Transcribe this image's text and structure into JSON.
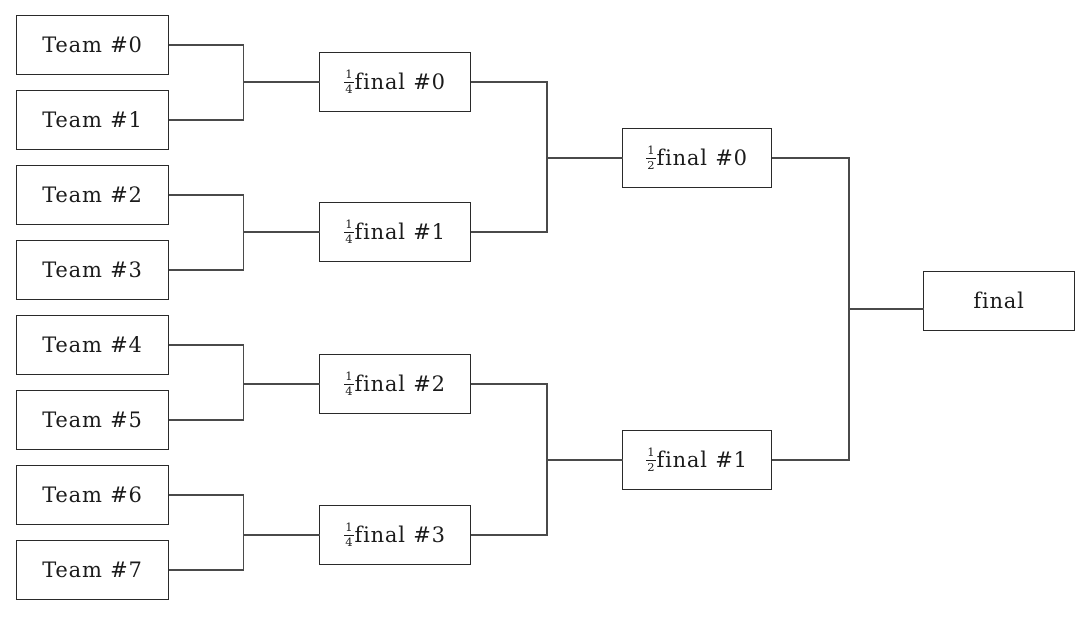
{
  "bracket": {
    "teams": [
      {
        "label": "Team #0"
      },
      {
        "label": "Team #1"
      },
      {
        "label": "Team #2"
      },
      {
        "label": "Team #3"
      },
      {
        "label": "Team #4"
      },
      {
        "label": "Team #5"
      },
      {
        "label": "Team #6"
      },
      {
        "label": "Team #7"
      }
    ],
    "quarterfinals": [
      {
        "frac_num": "1",
        "frac_den": "4",
        "label": "final #0"
      },
      {
        "frac_num": "1",
        "frac_den": "4",
        "label": "final #1"
      },
      {
        "frac_num": "1",
        "frac_den": "4",
        "label": "final #2"
      },
      {
        "frac_num": "1",
        "frac_den": "4",
        "label": "final #3"
      }
    ],
    "semifinals": [
      {
        "frac_num": "1",
        "frac_den": "2",
        "label": "final #0"
      },
      {
        "frac_num": "1",
        "frac_den": "2",
        "label": "final #1"
      }
    ],
    "final": {
      "label": "final"
    }
  }
}
